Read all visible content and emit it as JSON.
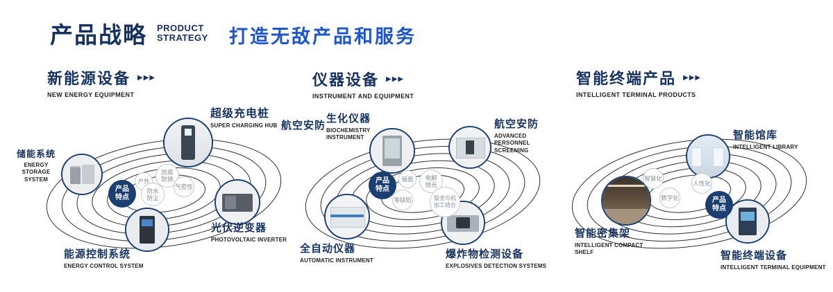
{
  "header": {
    "title": "产品战略",
    "subtitle_line1": "PRODUCT",
    "subtitle_line2": "STRATEGY",
    "slogan": "打造无敌产品和服务"
  },
  "arrows": "▶▶▶",
  "colors": {
    "navy": "#16335f",
    "blue": "#1d55cd"
  },
  "sections": [
    {
      "title": "新能源设备",
      "subtitle": "NEW ENERGY EQUIPMENT",
      "center_badge": "产品特点",
      "products": [
        {
          "name": "储能系统",
          "en": "ENERGY STORAGE SYSTEM"
        },
        {
          "name": "超级充电桩",
          "en": "SUPER CHARGING HUB"
        },
        {
          "name": "光伏逆变器",
          "en": "PHOTOVOLTAIC INVERTER"
        },
        {
          "name": "能源控制系统",
          "en": "ENERGY CONTROL SYSTEM"
        }
      ],
      "features": [
        "户外",
        "防腐防锈",
        "防水防尘",
        "气密性"
      ]
    },
    {
      "title": "仪器设备",
      "subtitle": "INSTRUMENT AND EQUIPMENT",
      "center_badge": "产品特点",
      "side_label": "航空安防",
      "products": [
        {
          "name": "生化仪器",
          "en": "BIOCHEMISTRY INSTRUMENT"
        },
        {
          "name": "航空安防",
          "en": "ADVANCED PERSONNEL SCREENING"
        },
        {
          "name": "全自动仪器",
          "en": "AUTOMATIC INSTRUMENT"
        },
        {
          "name": "爆炸物检测设备",
          "en": "EXPLOSIVES DETECTION SYSTEMS"
        }
      ],
      "features": [
        "镜面",
        "电解抛光",
        "零缺陷",
        "钣金与机加工结合"
      ]
    },
    {
      "title": "智能终端产品",
      "subtitle": "INTELLIGENT TERMINAL PRODUCTS",
      "center_badge": "产品特点",
      "products": [
        {
          "name": "智能馆库",
          "en": "INTELLIGENT LIBRARY"
        },
        {
          "name": "智能密集架",
          "en": "INTELLIGENT COMPACT SHELF"
        },
        {
          "name": "智能终端设备",
          "en": "INTELLIGENT TERMINAL EQUIPMENT"
        }
      ],
      "features": [
        "智慧化",
        "人性化",
        "数字化"
      ]
    }
  ]
}
